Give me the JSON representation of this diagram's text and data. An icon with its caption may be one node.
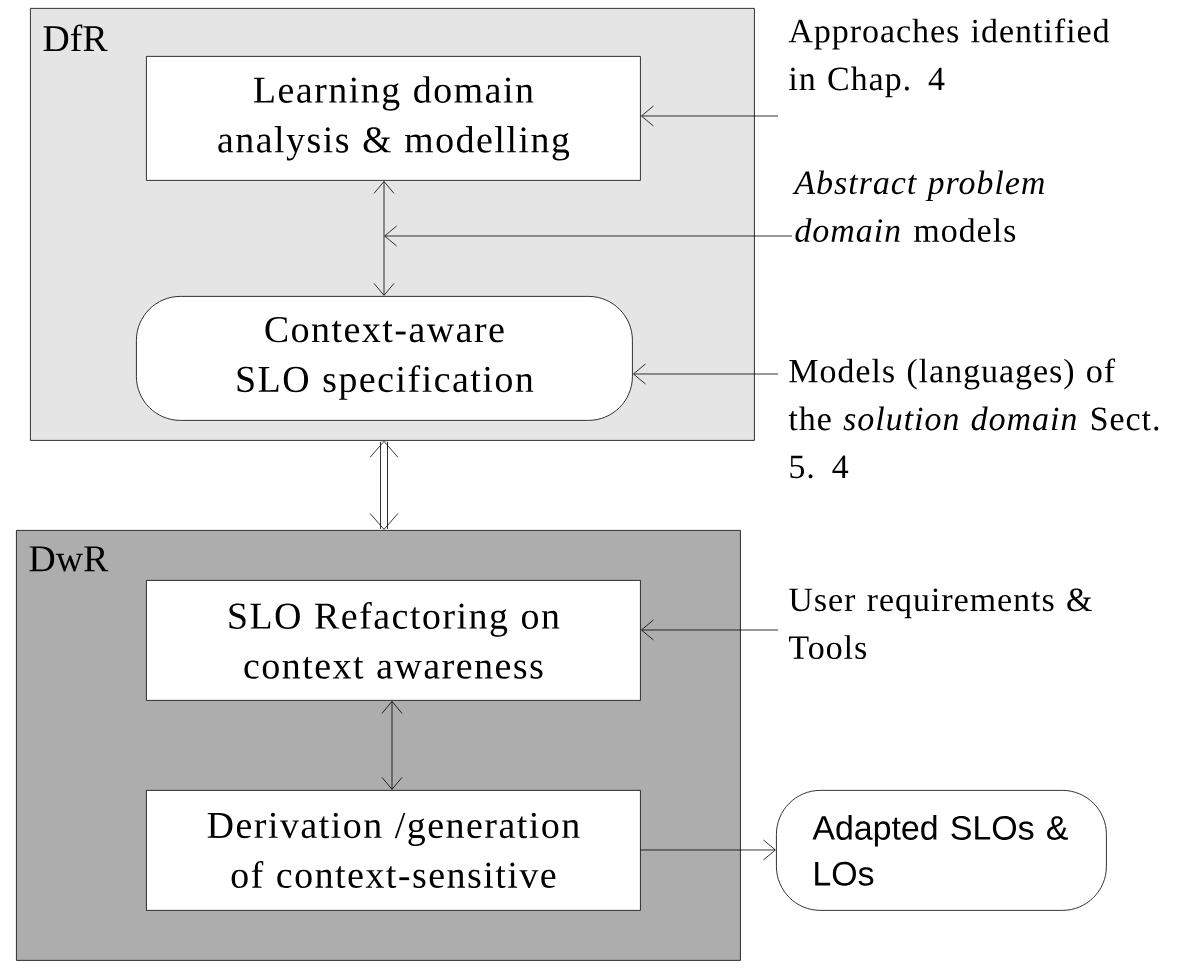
{
  "diagram": {
    "nodes": [
      {
        "text": [
          "DfR"
        ]
      },
      {
        "text": [
          "Learning domain analysis & modelling"
        ],
        "in": 0
      },
      {
        "text": [
          "Context-aware SLO specification"
        ],
        "in": 0
      },
      {
        "text": [
          "Approaches identified in Chap. 4"
        ]
      },
      {
        "text": [
          "*Abstract problem domain* models"
        ]
      },
      {
        "text": [
          "Models (languages) of the *solution domain* Sect. 5. 4"
        ]
      },
      {
        "text": [
          "DwR"
        ]
      },
      {
        "text": [
          "SLO Refactoring on context awareness"
        ],
        "in": 6
      },
      {
        "text": [
          "Derivation /generation of context-sensitive"
        ],
        "in": 6
      },
      {
        "text": [
          "User requirements & Tools"
        ]
      },
      {
        "text": [
          "Adapted SLOs & LOs"
        ]
      }
    ],
    "edges": [
      {
        "from": 3,
        "to": 1,
        "arrow": "to"
      },
      {
        "from": 1,
        "to": 2,
        "arrow": "both"
      },
      {
        "from": 4,
        "to": null,
        "arrow": "to"
      },
      {
        "from": 5,
        "to": 2,
        "arrow": "to"
      },
      {
        "from": 0,
        "to": 6,
        "arrow": "both",
        "style": "thick"
      },
      {
        "from": 9,
        "to": 7,
        "arrow": "to"
      },
      {
        "from": 7,
        "to": 8,
        "arrow": "both"
      },
      {
        "from": 8,
        "to": 10,
        "arrow": "to"
      }
    ]
  }
}
